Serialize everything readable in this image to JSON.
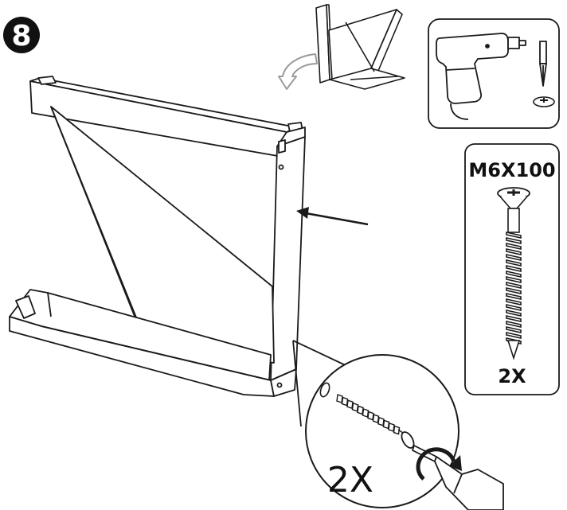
{
  "step": {
    "number": "8"
  },
  "tools": {
    "items": [
      "drill-icon",
      "phillips-screwdriver-bit-icon",
      "phillips-head-icon"
    ]
  },
  "screw_spec": {
    "size": "M6X100",
    "quantity": "2X"
  },
  "detail": {
    "quantity": "2X"
  },
  "colors": {
    "stroke": "#1a1a1a",
    "arrow_gray": "#9a9a9a",
    "fill": "#ffffff"
  }
}
